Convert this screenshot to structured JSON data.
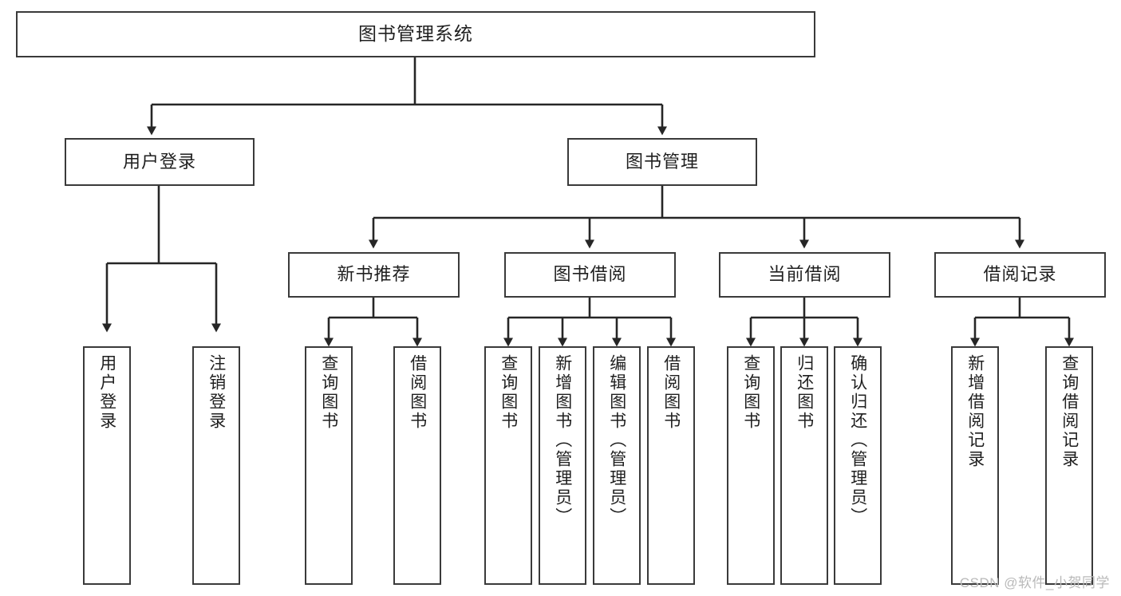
{
  "diagram": {
    "title": "图书管理系统",
    "type": "functional-decomposition-tree",
    "levels": 3
  },
  "nodes": {
    "root": {
      "label": "图书管理系统"
    },
    "level2": [
      {
        "id": "user-login",
        "label": "用户登录"
      },
      {
        "id": "book-management",
        "label": "图书管理"
      }
    ],
    "level3": [
      {
        "id": "new-book-recommend",
        "label": "新书推荐"
      },
      {
        "id": "book-borrow",
        "label": "图书借阅"
      },
      {
        "id": "current-borrow",
        "label": "当前借阅"
      },
      {
        "id": "borrow-record",
        "label": "借阅记录"
      }
    ],
    "leaves": [
      {
        "id": "leaf-user-login",
        "label": "用户登录"
      },
      {
        "id": "leaf-logout-login",
        "label": "注销登录"
      },
      {
        "id": "leaf-query-book-1",
        "label": "查询图书"
      },
      {
        "id": "leaf-borrow-book-1",
        "label": "借阅图书"
      },
      {
        "id": "leaf-query-book-2",
        "label": "查询图书"
      },
      {
        "id": "leaf-add-book-admin",
        "label": "新增图书（管理员）"
      },
      {
        "id": "leaf-edit-book-admin",
        "label": "编辑图书（管理员）"
      },
      {
        "id": "leaf-borrow-book-2",
        "label": "借阅图书"
      },
      {
        "id": "leaf-query-book-3",
        "label": "查询图书"
      },
      {
        "id": "leaf-return-book",
        "label": "归还图书"
      },
      {
        "id": "leaf-confirm-return-admin",
        "label": "确认归还（管理员）"
      },
      {
        "id": "leaf-add-borrow-record",
        "label": "新增借阅记录"
      },
      {
        "id": "leaf-query-borrow-record",
        "label": "查询借阅记录"
      }
    ]
  },
  "watermark": {
    "text": "CSDN @软件_小贺同学"
  },
  "colors": {
    "border": "#3a3a3a",
    "text": "#1f1f1f",
    "background": "#ffffff",
    "connector": "#262626",
    "watermark": "#b9b9b9"
  }
}
